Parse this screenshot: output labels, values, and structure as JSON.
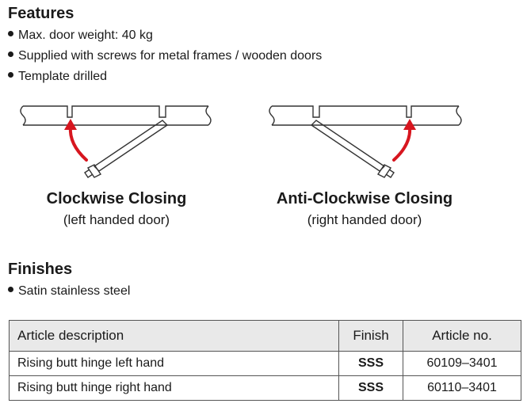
{
  "features": {
    "heading": "Features",
    "items": [
      "Max. door weight: 40 kg",
      "Supplied with screws for metal frames / wooden doors",
      "Template drilled"
    ]
  },
  "diagrams": {
    "left": {
      "title": "Clockwise Closing",
      "subtitle": "(left handed door)"
    },
    "right": {
      "title": "Anti-Clockwise Closing",
      "subtitle": "(right handed door)"
    },
    "arrow_color": "#d7161f"
  },
  "finishes": {
    "heading": "Finishes",
    "items": [
      "Satin stainless steel"
    ]
  },
  "table": {
    "headers": {
      "description": "Article description",
      "finish": "Finish",
      "article_no": "Article no."
    },
    "rows": [
      {
        "description": "Rising butt hinge left hand",
        "finish": "SSS",
        "article_no": "60109–3401"
      },
      {
        "description": "Rising butt hinge right hand",
        "finish": "SSS",
        "article_no": "60110–3401"
      }
    ]
  }
}
